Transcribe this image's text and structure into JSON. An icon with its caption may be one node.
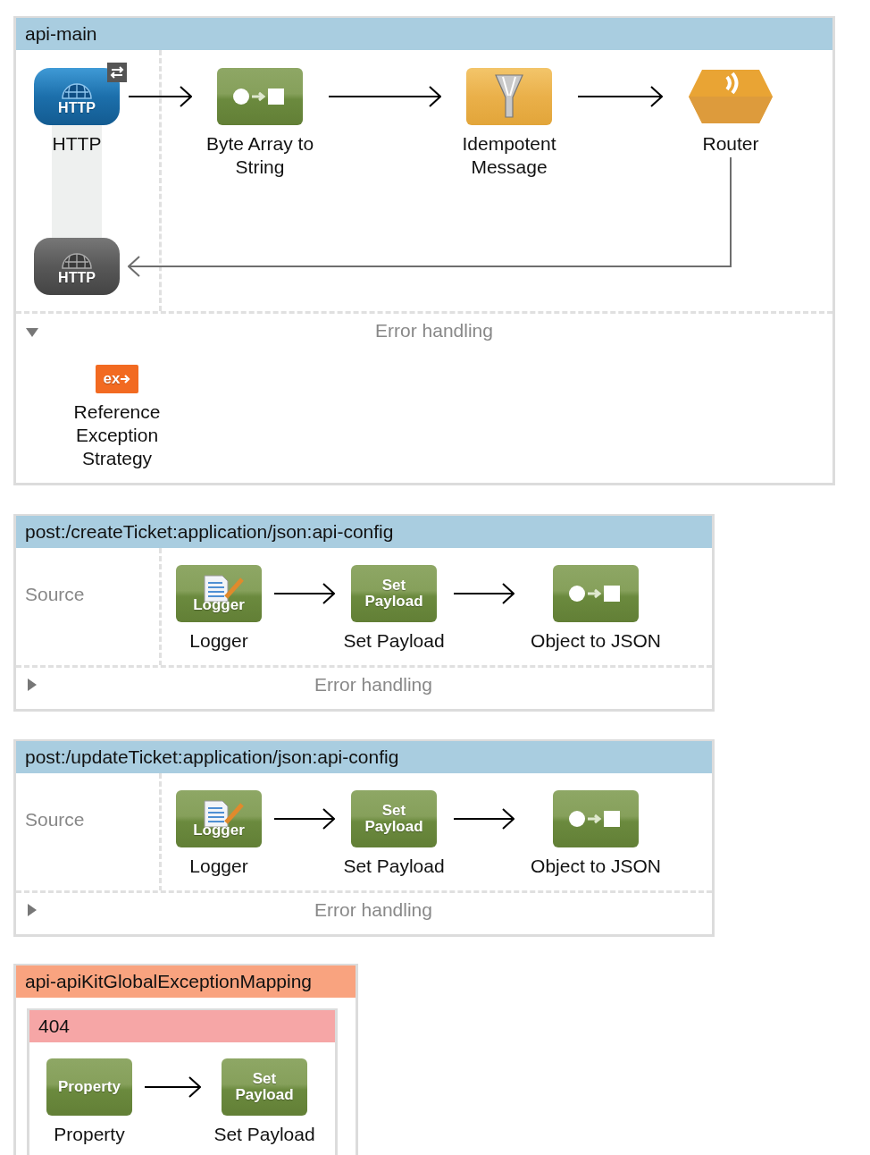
{
  "diagram": {
    "nodes": [
      {
        "text": [
          "api-main"
        ]
      },
      {
        "text": [
          "HTTP",
          "HTTP"
        ],
        "in": 0
      },
      {
        "text": [
          "Byte Array to String"
        ],
        "in": 0
      },
      {
        "text": [
          "Idempotent Message"
        ],
        "in": 0
      },
      {
        "text": [
          "Router"
        ],
        "in": 0
      },
      {
        "text": [
          "HTTP"
        ],
        "in": 0
      },
      {
        "text": [
          "Error handling"
        ],
        "in": 0
      },
      {
        "text": [
          "ex",
          "Reference Exception Strategy"
        ],
        "in": 6
      },
      {
        "text": [
          "post:/createTicket:application/json:api-config"
        ]
      },
      {
        "text": [
          "Logger",
          "Logger"
        ],
        "in": 8
      },
      {
        "text": [
          "Set Payload",
          "Set Payload"
        ],
        "in": 8
      },
      {
        "text": [
          "Object to JSON"
        ],
        "in": 8
      },
      {
        "text": [
          "Error handling"
        ],
        "in": 8
      },
      {
        "text": [
          "post:/updateTicket:application/json:api-config"
        ]
      },
      {
        "text": [
          "Logger",
          "Logger"
        ],
        "in": 13
      },
      {
        "text": [
          "Set Payload",
          "Set Payload"
        ],
        "in": 13
      },
      {
        "text": [
          "Object to JSON"
        ],
        "in": 13
      },
      {
        "text": [
          "Error handling"
        ],
        "in": 13
      },
      {
        "text": [
          "api-apiKitGlobalExceptionMapping"
        ]
      },
      {
        "text": [
          "404"
        ],
        "in": 18
      },
      {
        "text": [
          "Property",
          "Property"
        ],
        "in": 19
      },
      {
        "text": [
          "Set Payload",
          "Set Payload"
        ],
        "in": 19
      }
    ],
    "edges": [
      {
        "from": 1,
        "to": 2,
        "arrow": "to"
      },
      {
        "from": 2,
        "to": 3,
        "arrow": "to"
      },
      {
        "from": 3,
        "to": 4,
        "arrow": "to"
      },
      {
        "from": 4,
        "to": 5,
        "arrow": "to",
        "color": "#6e6e6e"
      },
      {
        "from": 9,
        "to": 10,
        "arrow": "to"
      },
      {
        "from": 10,
        "to": 11,
        "arrow": "to"
      },
      {
        "from": 14,
        "to": 15,
        "arrow": "to"
      },
      {
        "from": 15,
        "to": 16,
        "arrow": "to"
      },
      {
        "from": 20,
        "to": 21,
        "arrow": "to"
      }
    ],
    "labels": [
      "Source",
      "Source"
    ]
  }
}
